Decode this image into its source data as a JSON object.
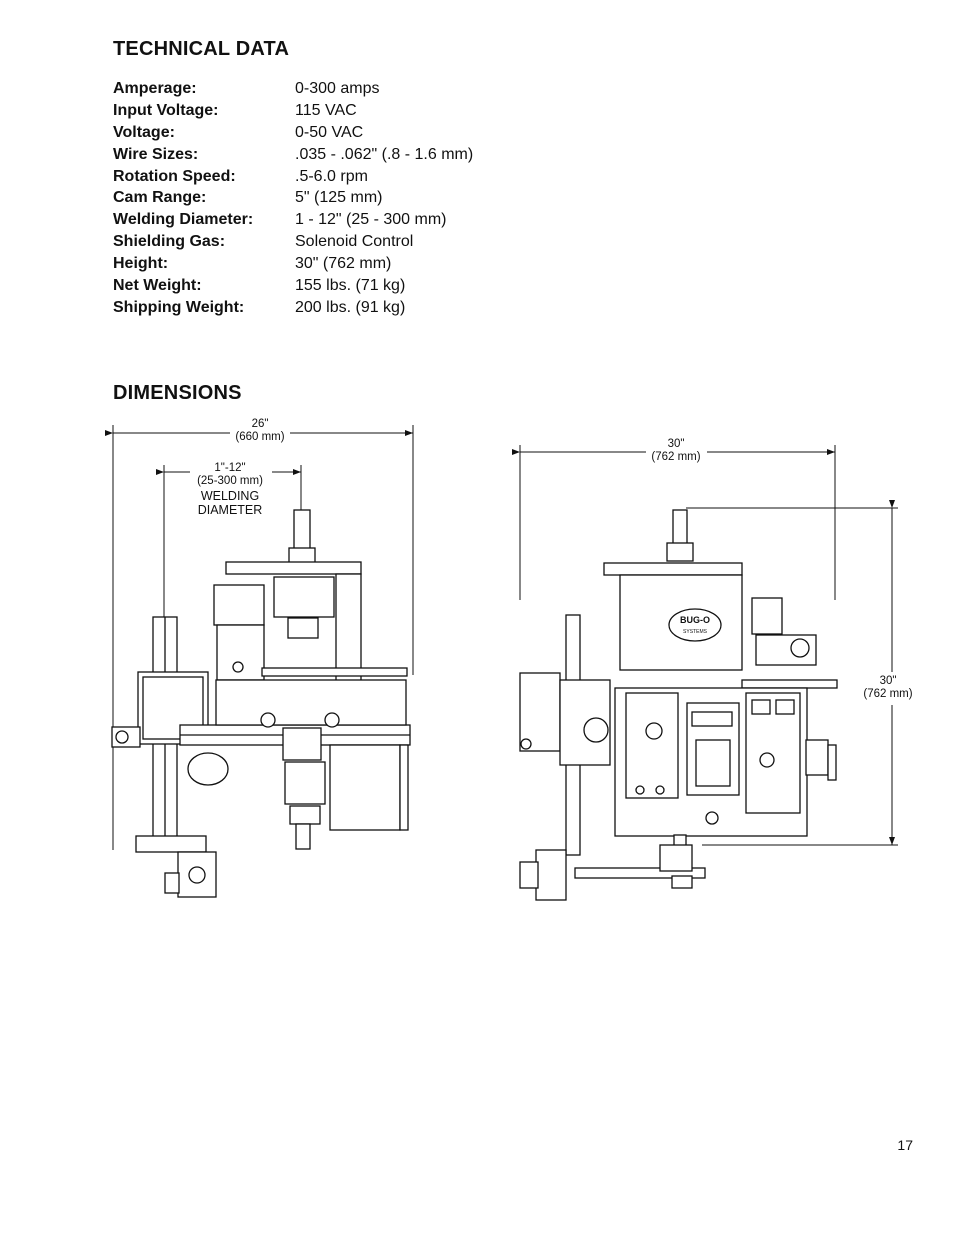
{
  "technical_data": {
    "heading": "TECHNICAL DATA",
    "rows": [
      {
        "label": "Amperage:",
        "value": "0-300 amps"
      },
      {
        "label": "Input Voltage:",
        "value": "115 VAC"
      },
      {
        "label": "Voltage:",
        "value": "0-50 VAC"
      },
      {
        "label": "Wire Sizes:",
        "value": ".035 - .062\" (.8 - 1.6 mm)"
      },
      {
        "label": "Rotation Speed:",
        "value": ".5-6.0 rpm"
      },
      {
        "label": "Cam Range:",
        "value": "5\" (125 mm)"
      },
      {
        "label": "Welding Diameter:",
        "value": "1 - 12\" (25 - 300 mm)"
      },
      {
        "label": "Shielding Gas:",
        "value": "Solenoid Control"
      },
      {
        "label": "Height:",
        "value": "30\" (762 mm)"
      },
      {
        "label": "Net Weight:",
        "value": "155 lbs. (71 kg)"
      },
      {
        "label": "Shipping Weight:",
        "value": "200 lbs. (91 kg)"
      }
    ]
  },
  "dimensions": {
    "heading": "DIMENSIONS",
    "side_view": {
      "width_in": "26\"",
      "width_mm": "(660 mm)",
      "diam_in": "1\"-12\"",
      "diam_mm": "(25-300 mm)",
      "diam_label_1": "WELDING",
      "diam_label_2": "DIAMETER"
    },
    "front_view": {
      "width_in": "30\"",
      "width_mm": "(762 mm)",
      "height_in": "30\"",
      "height_mm": "(762 mm)",
      "logo_text": "BUG-O",
      "logo_sub": "SYSTEMS"
    }
  },
  "page_number": "17"
}
